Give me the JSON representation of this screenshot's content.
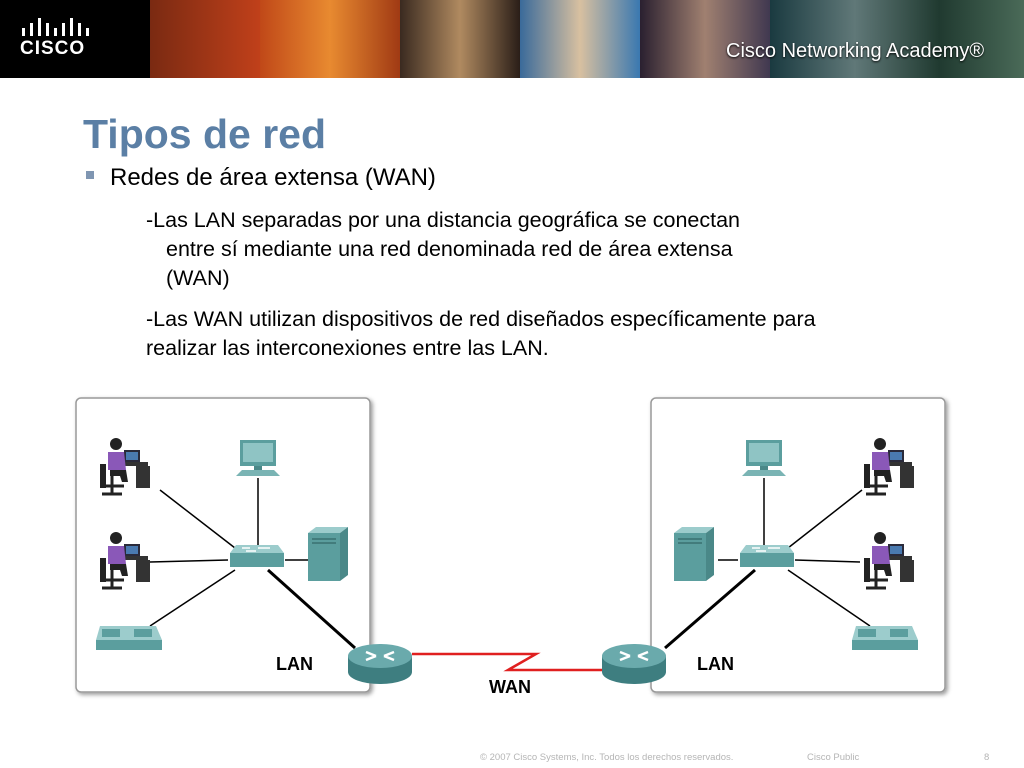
{
  "header": {
    "logo_text": "CISCO",
    "academy_text": "Cisco Networking Academy®"
  },
  "slide": {
    "title": "Tipos de red",
    "bullet": "Redes de área extensa (WAN)",
    "sub1_line1": "-Las LAN separadas por una distancia geográfica se conectan",
    "sub1_line2": "entre sí mediante una red denominada red de área extensa",
    "sub1_line3": "(WAN)",
    "sub2_line1": "-Las WAN utilizan dispositivos de red diseñados específicamente para",
    "sub2_line2": "realizar las interconexiones entre las LAN."
  },
  "diagram": {
    "left_label": "LAN",
    "right_label": "LAN",
    "wan_label": "WAN",
    "colors": {
      "device": "#5b9e9e",
      "device_light": "#8fc4c4",
      "user": "#8a58b8",
      "link": "#000000",
      "wan_link": "#e02020"
    }
  },
  "footer": {
    "copyright": "© 2007 Cisco Systems, Inc. Todos los derechos reservados.",
    "classification": "Cisco Public",
    "page": "8"
  }
}
